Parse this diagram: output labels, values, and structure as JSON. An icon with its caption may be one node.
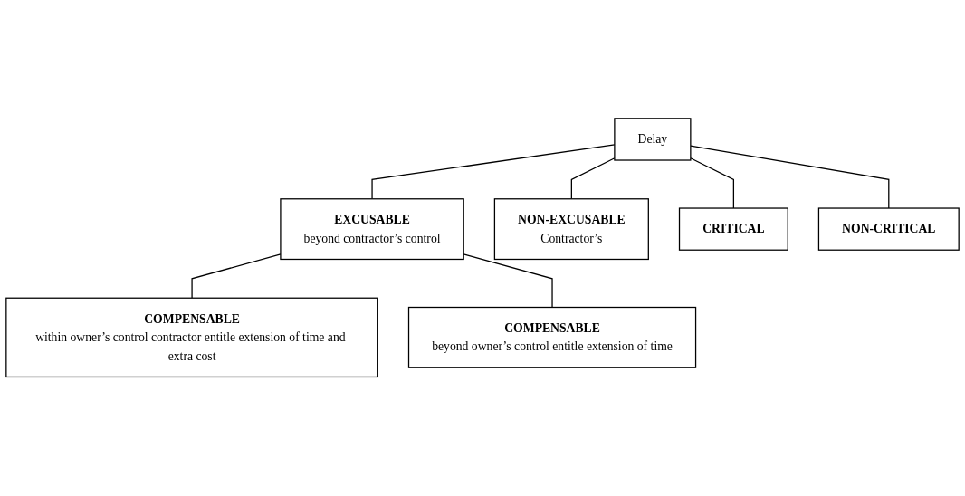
{
  "diagram": {
    "nodes": [
      {
        "text": [
          "Delay"
        ]
      },
      {
        "text": [
          "EXCUSABLE",
          "beyond contractor’s control"
        ]
      },
      {
        "text": [
          "NON-EXCUSABLE",
          "Contractor’s"
        ]
      },
      {
        "text": [
          "CRITICAL"
        ]
      },
      {
        "text": [
          "NON-CRITICAL"
        ]
      },
      {
        "text": [
          "COMPENSABLE",
          "within owner’s control contractor entitle extension of time and extra cost"
        ]
      },
      {
        "text": [
          "COMPENSABLE",
          "beyond owner’s control entitle extension of time"
        ]
      }
    ],
    "edges": [
      {
        "from": 0,
        "to": 1,
        "arrow": "none"
      },
      {
        "from": 0,
        "to": 2,
        "arrow": "none"
      },
      {
        "from": 0,
        "to": 3,
        "arrow": "none"
      },
      {
        "from": 0,
        "to": 4,
        "arrow": "none"
      },
      {
        "from": 1,
        "to": 5,
        "arrow": "none"
      },
      {
        "from": 1,
        "to": 6,
        "arrow": "none"
      }
    ]
  }
}
